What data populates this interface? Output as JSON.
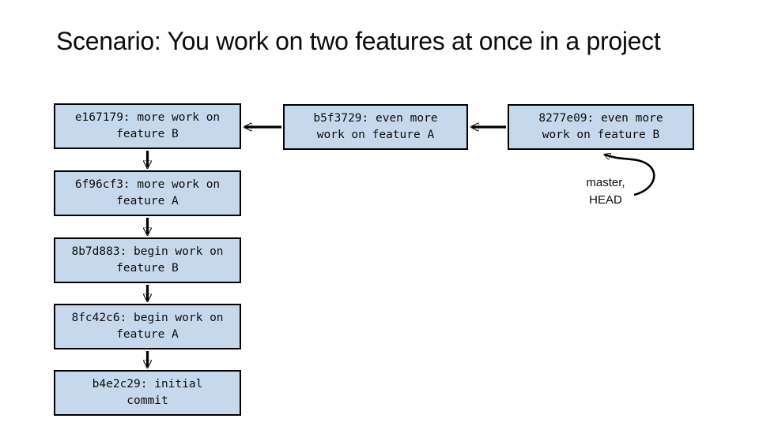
{
  "slide": {
    "title": "Scenario: You work on two features at once in a project"
  },
  "colors": {
    "box_fill": "#c6d9ec",
    "box_border": "#000000",
    "arrow": "#000000",
    "title_text": "#0d0d0d"
  },
  "commit_boxes": {
    "left_column": [
      {
        "id": "e167179",
        "label": "e167179: more work on\nfeature B"
      },
      {
        "id": "6f96cf3",
        "label": "6f96cf3: more work on\nfeature A"
      },
      {
        "id": "8b7d883",
        "label": "8b7d883: begin work on\nfeature B"
      },
      {
        "id": "8fc42c6",
        "label": "8fc42c6: begin work on\nfeature A"
      },
      {
        "id": "b4e2c29",
        "label": "b4e2c29: initial\ncommit"
      }
    ],
    "top_row": [
      {
        "id": "b5f3729",
        "label": "b5f3729: even more\nwork on feature A"
      },
      {
        "id": "8277e09",
        "label": "8277e09: even more\nwork on feature B"
      }
    ]
  },
  "labels": {
    "head_pointer": "master,\nHEAD"
  }
}
